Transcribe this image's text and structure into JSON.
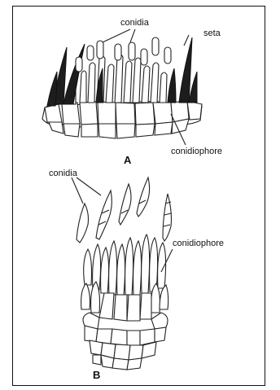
{
  "figure": {
    "panel_a": {
      "letter": "A",
      "labels": {
        "conidia": "conidia",
        "seta": "seta",
        "conidiophore": "conidiophore"
      }
    },
    "panel_b": {
      "letter": "B",
      "labels": {
        "conidia": "conidia",
        "conidiophore": "conidiophore"
      }
    }
  }
}
